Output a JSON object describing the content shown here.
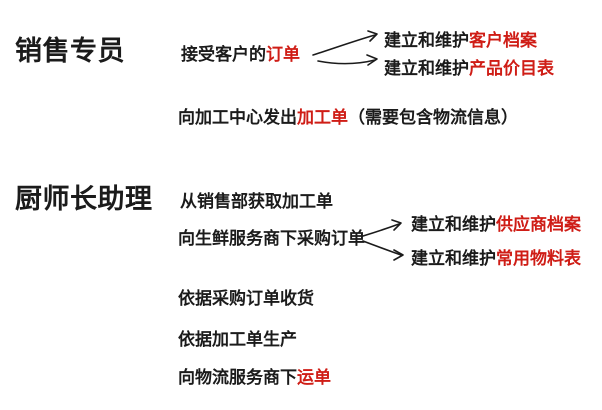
{
  "colors": {
    "background": "#ffffff",
    "text": "#1b1b1b",
    "highlight": "#cf1d16"
  },
  "groups": [
    {
      "role": "销售专员",
      "tasks": {
        "receive_order": {
          "prefix": "接受客户的",
          "doc": "订单"
        },
        "send_work_order": {
          "prefix": "向加工中心发出",
          "doc": "加工单",
          "suffix": "（需要包含物流信息）"
        }
      },
      "branch_targets": {
        "customer_file": {
          "prefix": "建立和维护",
          "doc": "客户档案"
        },
        "price_list": {
          "prefix": "建立和维护",
          "doc": "产品价目表"
        }
      }
    },
    {
      "role": "厨师长助理",
      "tasks": {
        "get_work_order": {
          "text": "从销售部获取加工单"
        },
        "purchase_order": {
          "text": "向生鲜服务商下采购订单"
        },
        "receive_goods": {
          "text": "依据采购订单收货"
        },
        "produce": {
          "text": "依据加工单生产"
        },
        "waybill": {
          "prefix": "向物流服务商下",
          "doc": "运单"
        }
      },
      "branch_targets": {
        "supplier_file": {
          "prefix": "建立和维护",
          "doc": "供应商档案"
        },
        "material_list": {
          "prefix": "建立和维护",
          "doc": "常用物料表"
        }
      }
    }
  ]
}
